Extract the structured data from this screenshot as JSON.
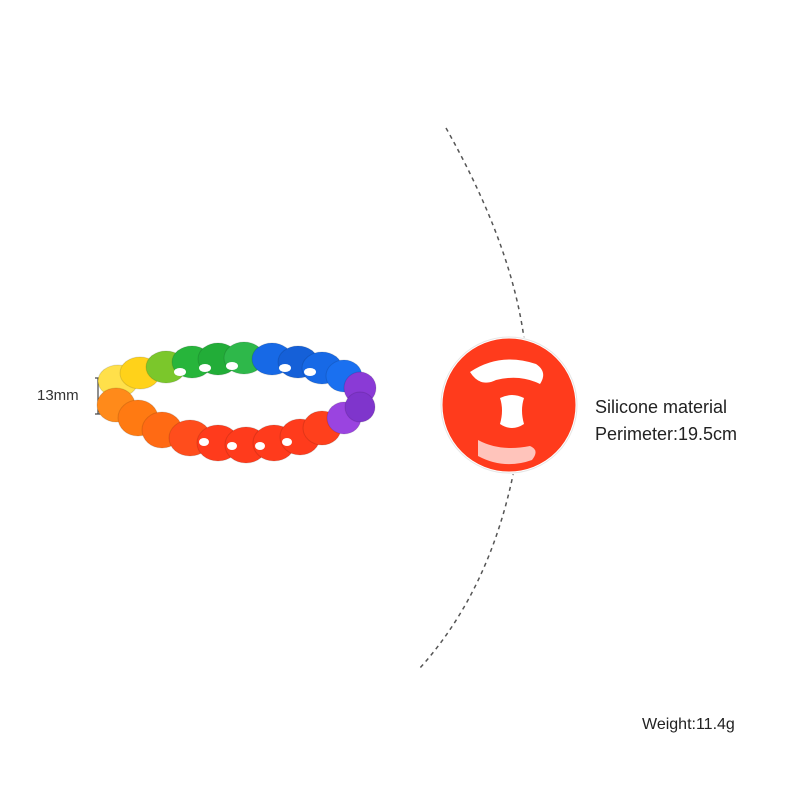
{
  "product": {
    "width_label": "13mm",
    "material": "Silicone material",
    "perimeter": "Perimeter:19.5cm",
    "weight": "Weight:11.4g"
  },
  "colors": {
    "red": "#ff3b1c",
    "orange": "#ff7a12",
    "yellow": "#ffd21a",
    "green": "#27b53b",
    "blue": "#1769e6",
    "purple": "#8a3ad6",
    "guide_line": "#555555"
  }
}
